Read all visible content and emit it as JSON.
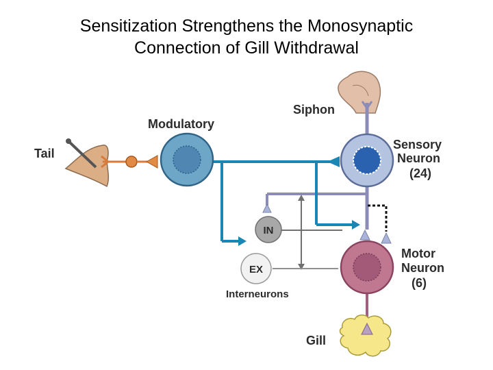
{
  "title": {
    "line1": "Sensitization Strengthens the Monosynaptic",
    "line2": "Connection of Gill Withdrawal"
  },
  "labels": {
    "tail": "Tail",
    "modulatory": "Modulatory",
    "siphon": "Siphon",
    "sensory_line1": "Sensory",
    "sensory_line2": "Neuron",
    "sensory_line3": "(24)",
    "motor_line1": "Motor",
    "motor_line2": "Neuron",
    "motor_line3": "(6)",
    "in_neuron": "IN",
    "ex_neuron": "EX",
    "interneurons": "Interneurons",
    "gill": "Gill"
  },
  "colors": {
    "modulatory_pathway": "#1a86b4",
    "sensory_pathway": "#8c8cb8",
    "inhibitory_pathway": "#707070",
    "modulatory_cell": "#6ea6c8",
    "sensory_cell": "#b4c4e0",
    "motor_cell": "#c07890",
    "tail_neuron": "#d97a3a"
  }
}
